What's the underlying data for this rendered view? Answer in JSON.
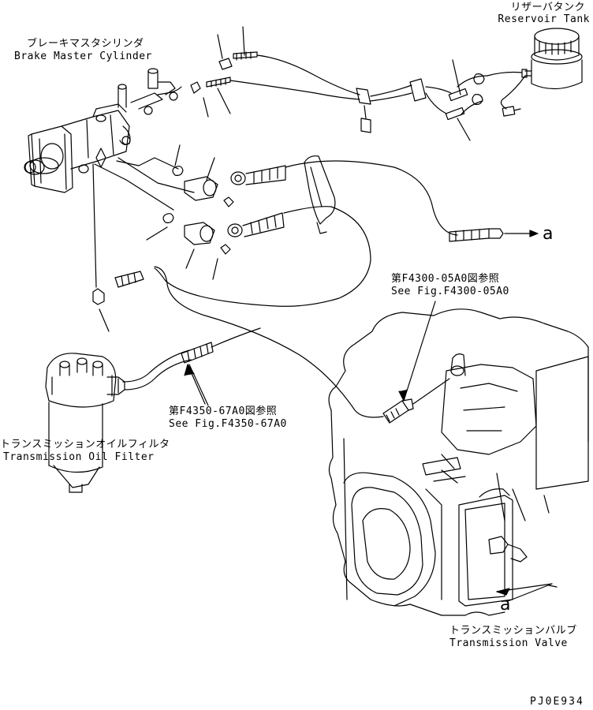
{
  "labels": {
    "reservoir_tank_jp": "リザーバタンク",
    "reservoir_tank_en": "Reservoir Tank",
    "brake_master_cylinder_jp": "ブレーキマスタシリンダ",
    "brake_master_cylinder_en": "Brake Master Cylinder",
    "see_fig_4300_jp": "第F4300-05A0図参照",
    "see_fig_4300_en": "See Fig.F4300-05A0",
    "see_fig_4350_jp": "第F4350-67A0図参照",
    "see_fig_4350_en": "See Fig.F4350-67A0",
    "transmission_oil_filter_jp": "トランスミッションオイルフィルタ",
    "transmission_oil_filter_en": "Transmission Oil Filter",
    "transmission_valve_jp": "トランスミッションバルブ",
    "transmission_valve_en": "Transmission Valve",
    "callout_a_top": "a",
    "callout_a_bottom": "a",
    "drawing_code": "PJ0E934"
  }
}
